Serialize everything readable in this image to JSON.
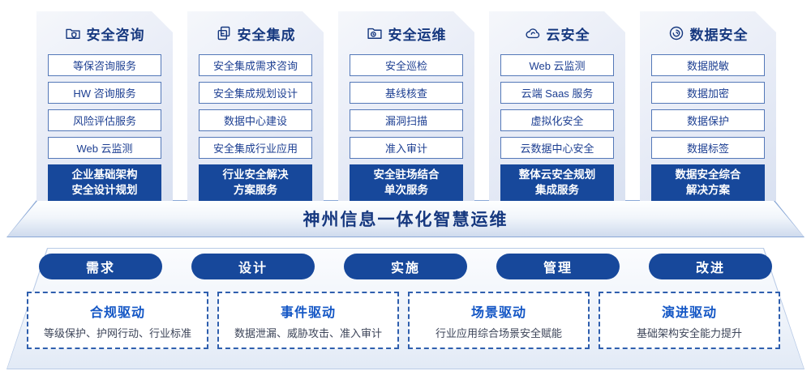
{
  "banner": {
    "title": "神州信息一体化智慧运维"
  },
  "columns": [
    {
      "title": "安全咨询",
      "icon": "folder-shield-icon",
      "items": [
        "等保咨询服务",
        "HW 咨询服务",
        "风险评估服务",
        "Web 云监测"
      ],
      "footer_line1": "企业基础架构",
      "footer_line2": "安全设计规划"
    },
    {
      "title": "安全集成",
      "icon": "stacked-documents-icon",
      "items": [
        "安全集成需求咨询",
        "安全集成规划设计",
        "数据中心建设",
        "安全集成行业应用"
      ],
      "footer_line1": "行业安全解决",
      "footer_line2": "方案服务"
    },
    {
      "title": "安全运维",
      "icon": "folder-clock-icon",
      "items": [
        "安全巡检",
        "基线核查",
        "漏洞扫描",
        "准入审计"
      ],
      "footer_line1": "安全驻场结合",
      "footer_line2": "单次服务"
    },
    {
      "title": "云安全",
      "icon": "cloud-icon",
      "items": [
        "Web 云监测",
        "云端 Saas 服务",
        "虚拟化安全",
        "云数据中心安全"
      ],
      "footer_line1": "整体云安全规划",
      "footer_line2": "集成服务"
    },
    {
      "title": "数据安全",
      "icon": "fingerprint-icon",
      "items": [
        "数据脱敏",
        "数据加密",
        "数据保护",
        "数据标签"
      ],
      "footer_line1": "数据安全综合",
      "footer_line2": "解决方案"
    }
  ],
  "process_pills": [
    "需求",
    "设计",
    "实施",
    "管理",
    "改进"
  ],
  "drivers": [
    {
      "title": "合规驱动",
      "desc": "等级保护、护网行动、行业标准"
    },
    {
      "title": "事件驱动",
      "desc": "数据泄漏、威胁攻击、准入审计"
    },
    {
      "title": "场景驱动",
      "desc": "行业应用综合场景安全赋能"
    },
    {
      "title": "演进驱动",
      "desc": "基础架构安全能力提升"
    }
  ],
  "colors": {
    "primary_blue": "#17489b",
    "navy_title": "#16387f",
    "accent_blue": "#1356c5",
    "item_border": "#5478b8",
    "dashed_border": "#2f5fae"
  }
}
